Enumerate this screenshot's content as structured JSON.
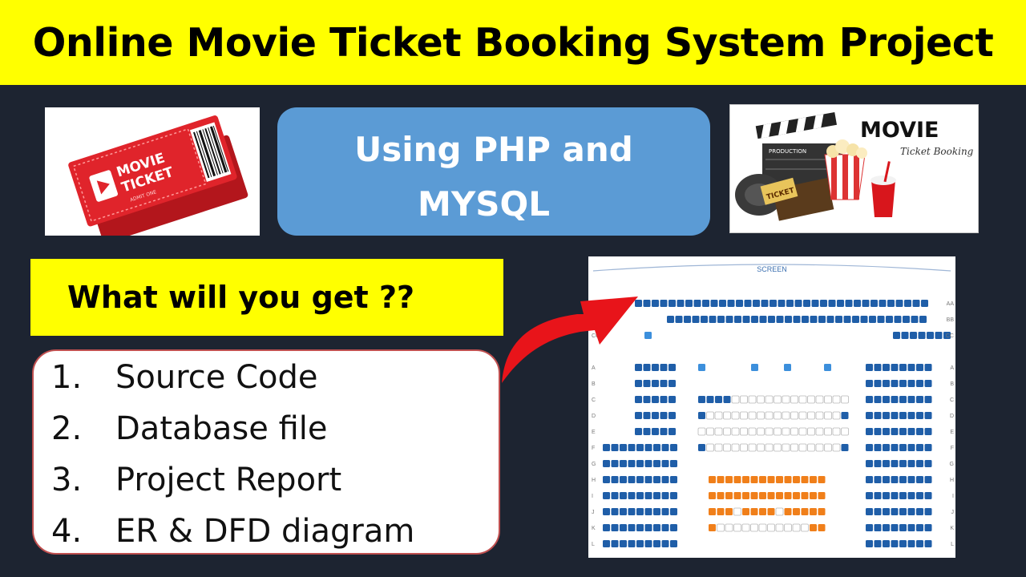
{
  "title": "Online Movie Ticket Booking System Project",
  "tech": {
    "line1": "Using PHP and",
    "line2": "MYSQL"
  },
  "ticket_graphic": {
    "line1": "MOVIE",
    "line2": "TICKET",
    "admit": "ADMIT ONE"
  },
  "movie_logo": {
    "title": "MOVIE",
    "subtitle": "Ticket Booking",
    "clapper_text": "PRODUCTION",
    "ticket_label": "TICKET"
  },
  "what_heading": "What will you get ??",
  "deliverables": [
    {
      "num": "1.",
      "label": "Source Code"
    },
    {
      "num": "2.",
      "label": "Database file"
    },
    {
      "num": "3.",
      "label": "Project Report"
    },
    {
      "num": "4.",
      "label": "ER & DFD diagram"
    }
  ],
  "seat_map": {
    "screen_label": "SCREEN",
    "top_rows": [
      "AA",
      "BB",
      "CC"
    ],
    "rows": [
      "A",
      "B",
      "C",
      "D",
      "E",
      "F",
      "G",
      "H",
      "I",
      "J",
      "K",
      "L"
    ]
  },
  "colors": {
    "banner": "#ffff00",
    "background": "#1d2431",
    "tech_box": "#5b9bd5",
    "arrow": "#e8141a",
    "seat_blue": "#1f5ea8",
    "seat_orange": "#f07f1a",
    "accessible_seat": "#3c8fdc"
  }
}
